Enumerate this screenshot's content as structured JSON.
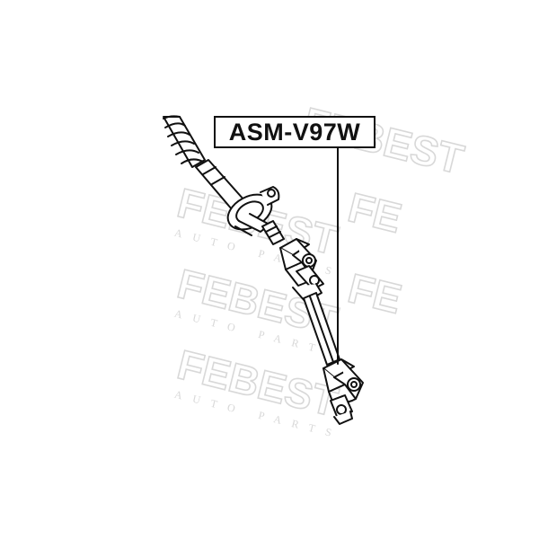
{
  "part_number": "ASM-V97W",
  "watermark": {
    "brand": "FEBEST",
    "tagline": "AUTO PARTS"
  },
  "colors": {
    "line": "#111111",
    "watermark": "#e3e3e3",
    "background": "#ffffff"
  }
}
